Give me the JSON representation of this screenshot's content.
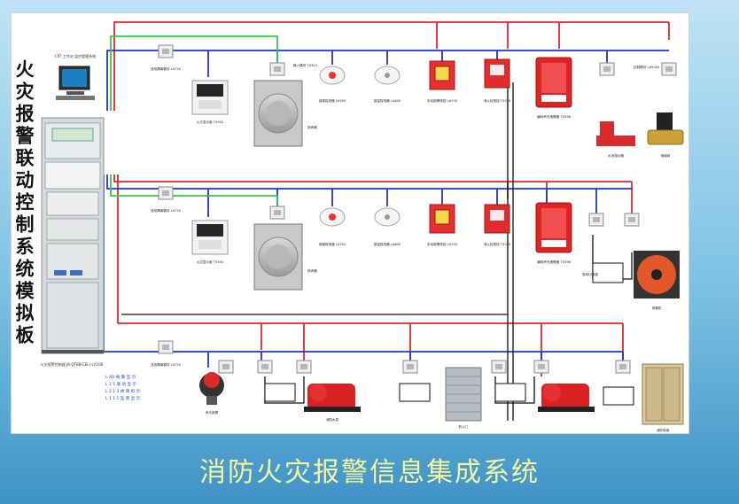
{
  "title_vertical": "火灾报警联动控制系统模拟板",
  "caption": "消防火灾报警信息集成系统",
  "colors": {
    "red": "#e0262e",
    "blue": "#1f35c8",
    "green": "#35c84a",
    "caption": "#f2f5a0"
  },
  "components": {
    "pc_label": "CRT 工作站 监控管理系统",
    "panel_label": "火灾报警控制器 JB-QT8B(CEL)-LA100",
    "legend": [
      "L AD 报 警 显 示",
      "L 1:5 联 动 显 示",
      "L 2 1 3 故 障 指 示",
      "L 1 1 1 监 管 显 示"
    ],
    "isolator": "总线隔离模块 LA720",
    "lcd": "火灾显示盘 TX502",
    "io_module": "输入模块 TX313",
    "speaker": "扬声器",
    "smoke": "感烟探测器 LA550",
    "heat": "感温探测器 LA600",
    "call_point": "手动报警按钮 LA700",
    "hydrant": "消火栓按钮 TX330",
    "alarm": "编码声光报警器 TX598",
    "control_module": "控制模块 LA5000",
    "valve": "水流指示器",
    "solenoid": "电磁阀",
    "fan": "排烟机",
    "relay": "强电切换盒",
    "pump": "消防水泵",
    "door": "防火门",
    "elevator": "消防电梯",
    "beacon": "声光报警"
  }
}
